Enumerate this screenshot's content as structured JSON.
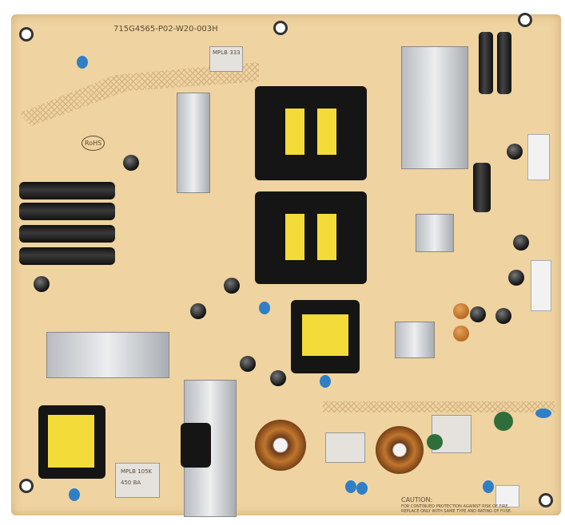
{
  "board": {
    "part_number": "715G4565-P02-W20-003H",
    "rohs_mark": "RoHS",
    "caution_title": "CAUTION:",
    "caution_text_1": "FOR CONTINUED PROTECTION AGAINST RISK OF FIRE,",
    "caution_text_2": "REPLACE ONLY WITH SAME TYPE AND RATING OF FUSE.",
    "film_cap_label_1": "MPLB 105K",
    "film_cap_label_2": "450 BA",
    "film_cap_top_label": "MPLB 333"
  },
  "colors": {
    "board": "#efd3a0",
    "heatsink": "#d8dbde",
    "transformer_core": "#151515",
    "winding_tape": "#f3dc3a",
    "ceramic_cap": "#2f7fc6"
  }
}
